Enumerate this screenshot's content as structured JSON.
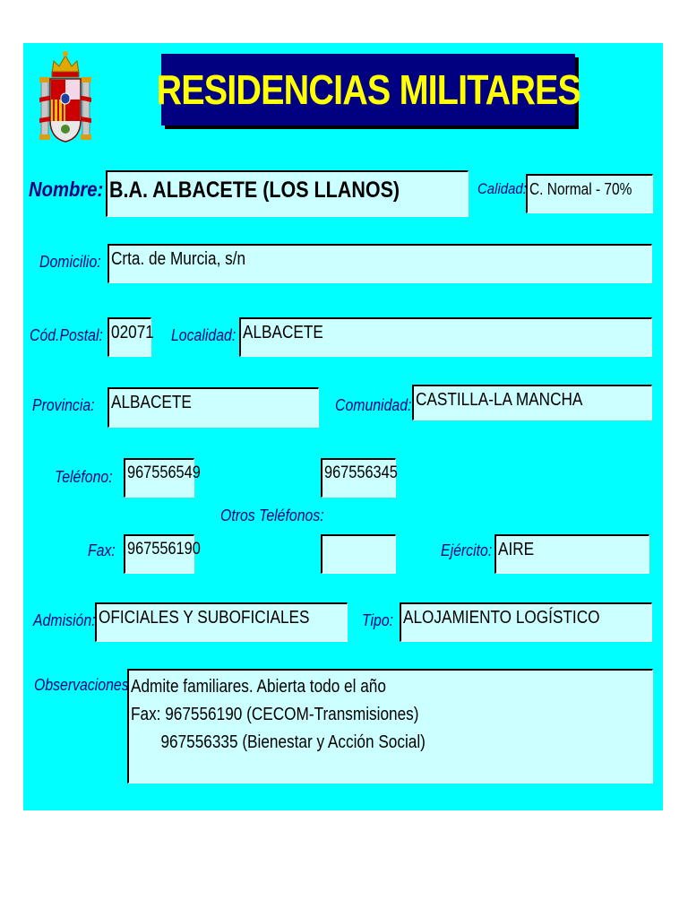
{
  "title": "RESIDENCIAS MILITARES",
  "labels": {
    "nombre": "Nombre:",
    "calidad": "Calidad:",
    "domicilio": "Domicilio:",
    "cod_postal": "Cód.Postal:",
    "localidad": "Localidad:",
    "provincia": "Provincia:",
    "comunidad": "Comunidad:",
    "telefono": "Teléfono:",
    "otros_telefonos": "Otros Teléfonos:",
    "fax": "Fax:",
    "ejercito": "Ejército:",
    "admision": "Admisión:",
    "tipo": "Tipo:",
    "observaciones": "Observaciones:"
  },
  "values": {
    "nombre": "B.A. ALBACETE (LOS LLANOS)",
    "calidad": "C. Normal  -  70%",
    "domicilio": "Crta. de Murcia, s/n",
    "cod_postal": "02071",
    "localidad": "ALBACETE",
    "provincia": "ALBACETE",
    "comunidad": "CASTILLA-LA MANCHA",
    "telefono": "967556549",
    "otro_telefono_1": "967556345",
    "otro_telefono_2": "",
    "fax": "967556190",
    "ejercito": "AIRE",
    "admision": "OFICIALES Y SUBOFICIALES",
    "tipo": "ALOJAMIENTO LOGÍSTICO",
    "observaciones": [
      "Admite familiares. Abierta todo el año",
      "Fax: 967556190 (CECOM-Transmisiones)",
      "       967556335 (Bienestar y Acción Social)"
    ]
  },
  "icons": {
    "crest": "spanish-coat-of-arms-icon"
  },
  "colors": {
    "panel": "#00ffff",
    "title_bg": "#000080",
    "title_text": "#ffff00",
    "label_text": "#000080",
    "field_bg": "#ccffff"
  }
}
